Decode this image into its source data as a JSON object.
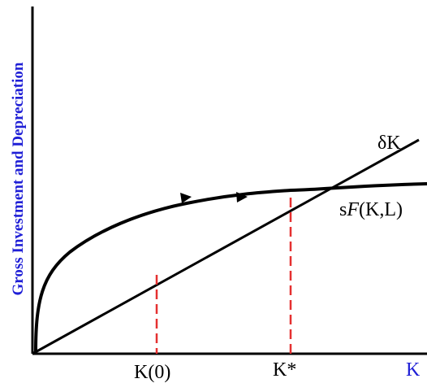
{
  "diagram": {
    "y_axis_label": "Gross Investment and Depreciation",
    "x_axis_label": "K",
    "lines": {
      "depreciation_label": "δK",
      "investment_label_prefix": "s",
      "investment_label_func": "F",
      "investment_label_args": "(K,L)"
    },
    "ticks": {
      "k0": "K(0)",
      "kstar": "K*"
    },
    "colors": {
      "axis_label": "#1f1fd6",
      "guide_lines": "#e53030",
      "curves": "#000000"
    }
  }
}
